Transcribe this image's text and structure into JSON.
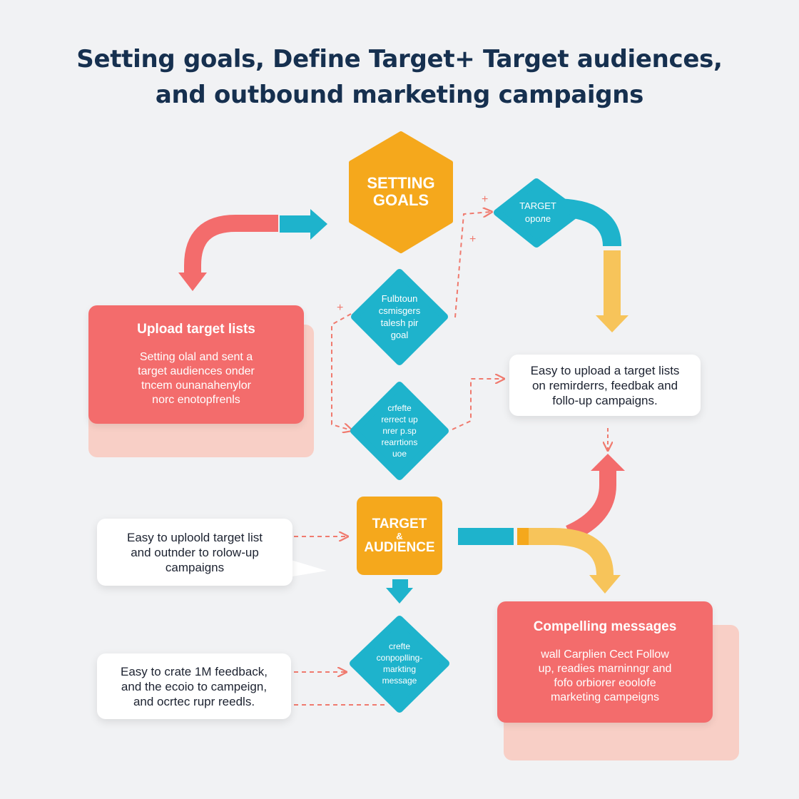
{
  "title": {
    "line1": "Setting goals, Define Target+ Target audiences,",
    "line2": "and outbound marketing campaigns"
  },
  "colors": {
    "orange": "#f5a81c",
    "teal": "#1eb3cc",
    "coral": "#f36c6c",
    "navy": "#16304f",
    "yellow": "#f7c45a",
    "pink": "#f8cfc6"
  },
  "nodes": {
    "setting_goals": {
      "lines": [
        "SETTING",
        "GOALS"
      ]
    },
    "target_circle": {
      "lines": [
        "TARGET",
        "ороле"
      ]
    },
    "diamond_1": {
      "lines": [
        "Fulbtoun",
        "csmisgers",
        "talesh pir",
        "goal"
      ]
    },
    "diamond_2": {
      "lines": [
        "crfefte",
        "rerrect up",
        "nrer p.sp",
        "rearrtions",
        "uoe"
      ]
    },
    "target_audience": {
      "lines": [
        "TARGET",
        "&",
        "AUDIENCE"
      ]
    },
    "diamond_3": {
      "lines": [
        "crefte",
        "conpoplling-",
        "markting",
        "message"
      ]
    }
  },
  "cards": {
    "upload_target_lists": {
      "heading": "Upload target lists",
      "lines": [
        "Setting olal and sent a",
        "target audiences onder",
        "tncem ounanahenylor",
        "norc enotopfrenls"
      ]
    },
    "easy_upload_right": {
      "lines": [
        "Easy to upload a target lists",
        "on remirderrs, feedbak and",
        "follo-up campaigns."
      ]
    },
    "easy_upload_left": {
      "lines": [
        "Easy to uploold target list",
        "and outnder to rolow-up",
        "campaigns"
      ]
    },
    "easy_create": {
      "lines": [
        "Easy to crate 1M feedback,",
        "and the ecoio to campeign,",
        "and ocrtec rupr reedls."
      ]
    },
    "compelling_messages": {
      "heading": "Compelling messages",
      "lines": [
        "wall Carplien Cect Follow",
        "up, readies marninngr and",
        "fofo orbiorer eoolofe",
        "marketing campeigns"
      ]
    }
  }
}
